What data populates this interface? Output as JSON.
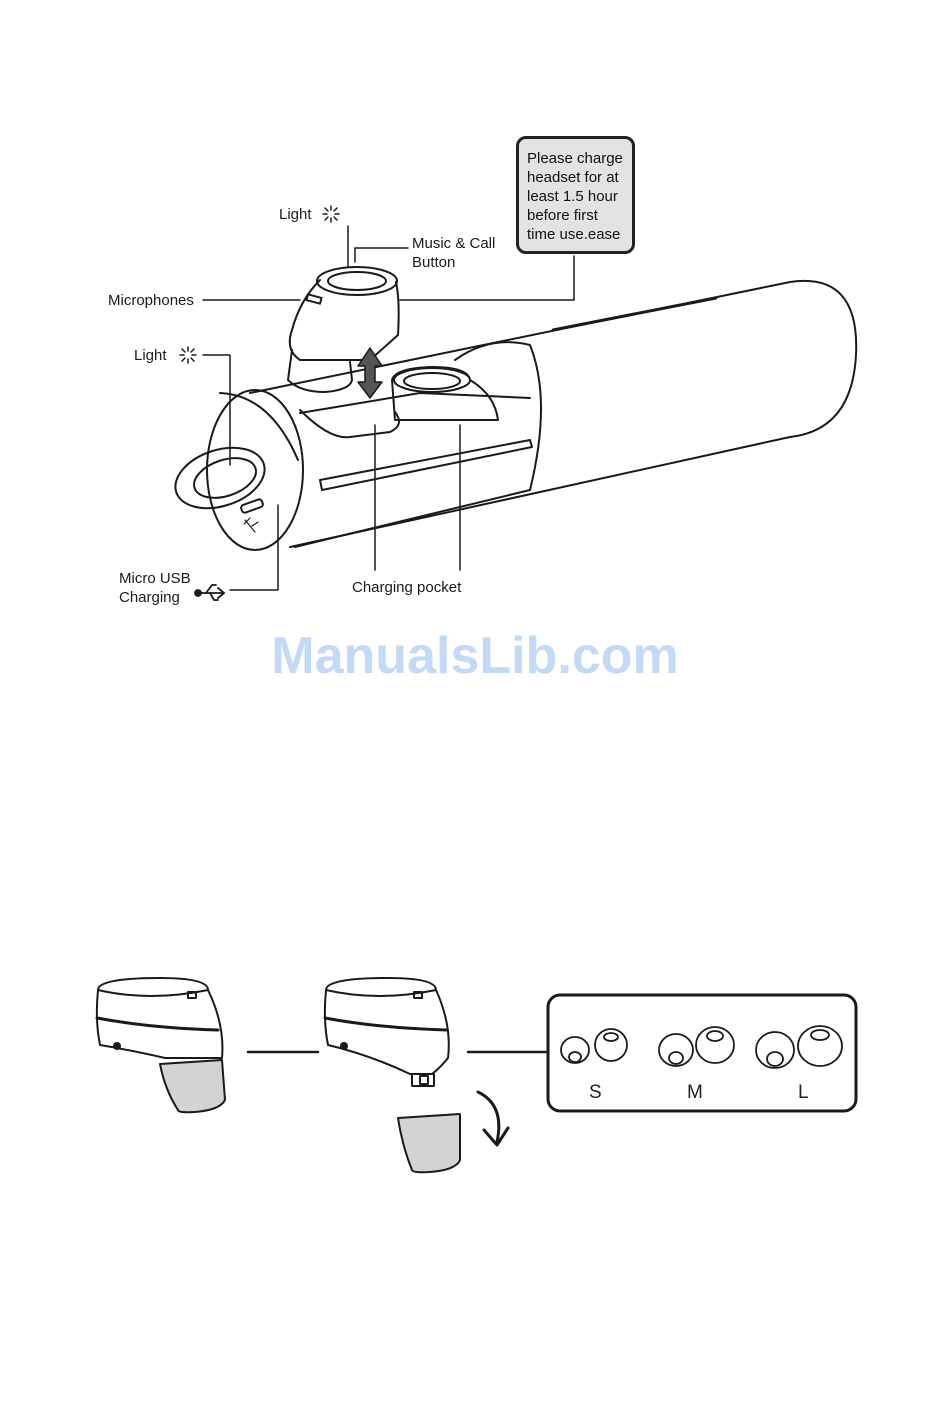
{
  "diagram1": {
    "labels": {
      "light_top": "Light",
      "music_call": "Music & Call Button",
      "microphones": "Microphones",
      "light_case": "Light",
      "micro_usb": "Micro USB Charging",
      "charging_pocket": "Charging pocket"
    },
    "note": "Please charge headset for at least 1.5 hour before first time use.ease"
  },
  "watermark": "ManualsLib.com",
  "diagram2": {
    "sizes": [
      "S",
      "M",
      "L"
    ]
  },
  "colors": {
    "line": "#1a1a1a",
    "note_fill": "#e3e3e3",
    "eartip_fill": "#d3d3d3",
    "watermark": "#c4d9f3"
  }
}
